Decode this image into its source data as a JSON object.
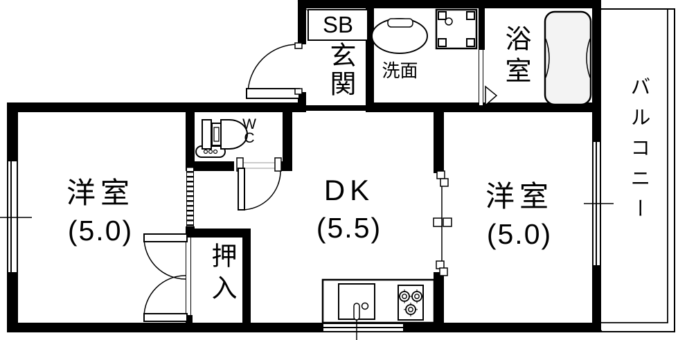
{
  "rooms": {
    "entrance": {
      "label": "玄関"
    },
    "shoe_box": {
      "label": "SB"
    },
    "washroom": {
      "label": "洗面"
    },
    "bathroom": {
      "label": "浴室"
    },
    "toilet": {
      "line1": "W",
      "line2": "C"
    },
    "dining_kitchen": {
      "name": "DK",
      "size": "(5.5)"
    },
    "bedroom_left": {
      "name": "洋室",
      "size": "(5.0)"
    },
    "bedroom_right": {
      "name": "洋室",
      "size": "(5.0)"
    },
    "closet": {
      "label": "押入"
    },
    "balcony": {
      "label": "バルコニー"
    }
  },
  "colors": {
    "wall": "#000000",
    "background": "#ffffff",
    "bathtub_fill": "#f3f3f3"
  }
}
